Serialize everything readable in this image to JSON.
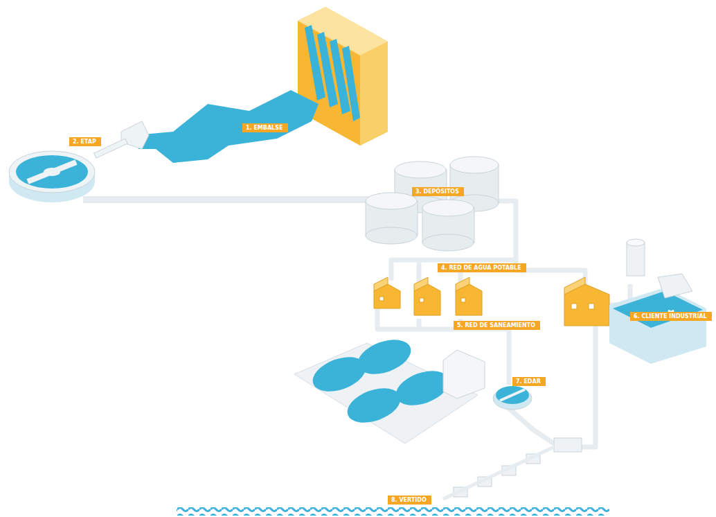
{
  "diagram": {
    "nodes": [
      {
        "text": [
          "1. EMBALSE"
        ]
      },
      {
        "text": [
          "2. ETAP"
        ]
      },
      {
        "text": [
          "3. DEPÓSITOS"
        ]
      },
      {
        "text": [
          "4. RED DE AGUA POTABLE"
        ]
      },
      {
        "text": [
          "5. RED DE SANEAMIENTO"
        ]
      },
      {
        "text": [
          "6. CLIENTE INDUSTRIAL"
        ]
      },
      {
        "text": [
          "7. EDAR"
        ]
      },
      {
        "text": [
          "8. VERTIDO"
        ]
      }
    ]
  }
}
